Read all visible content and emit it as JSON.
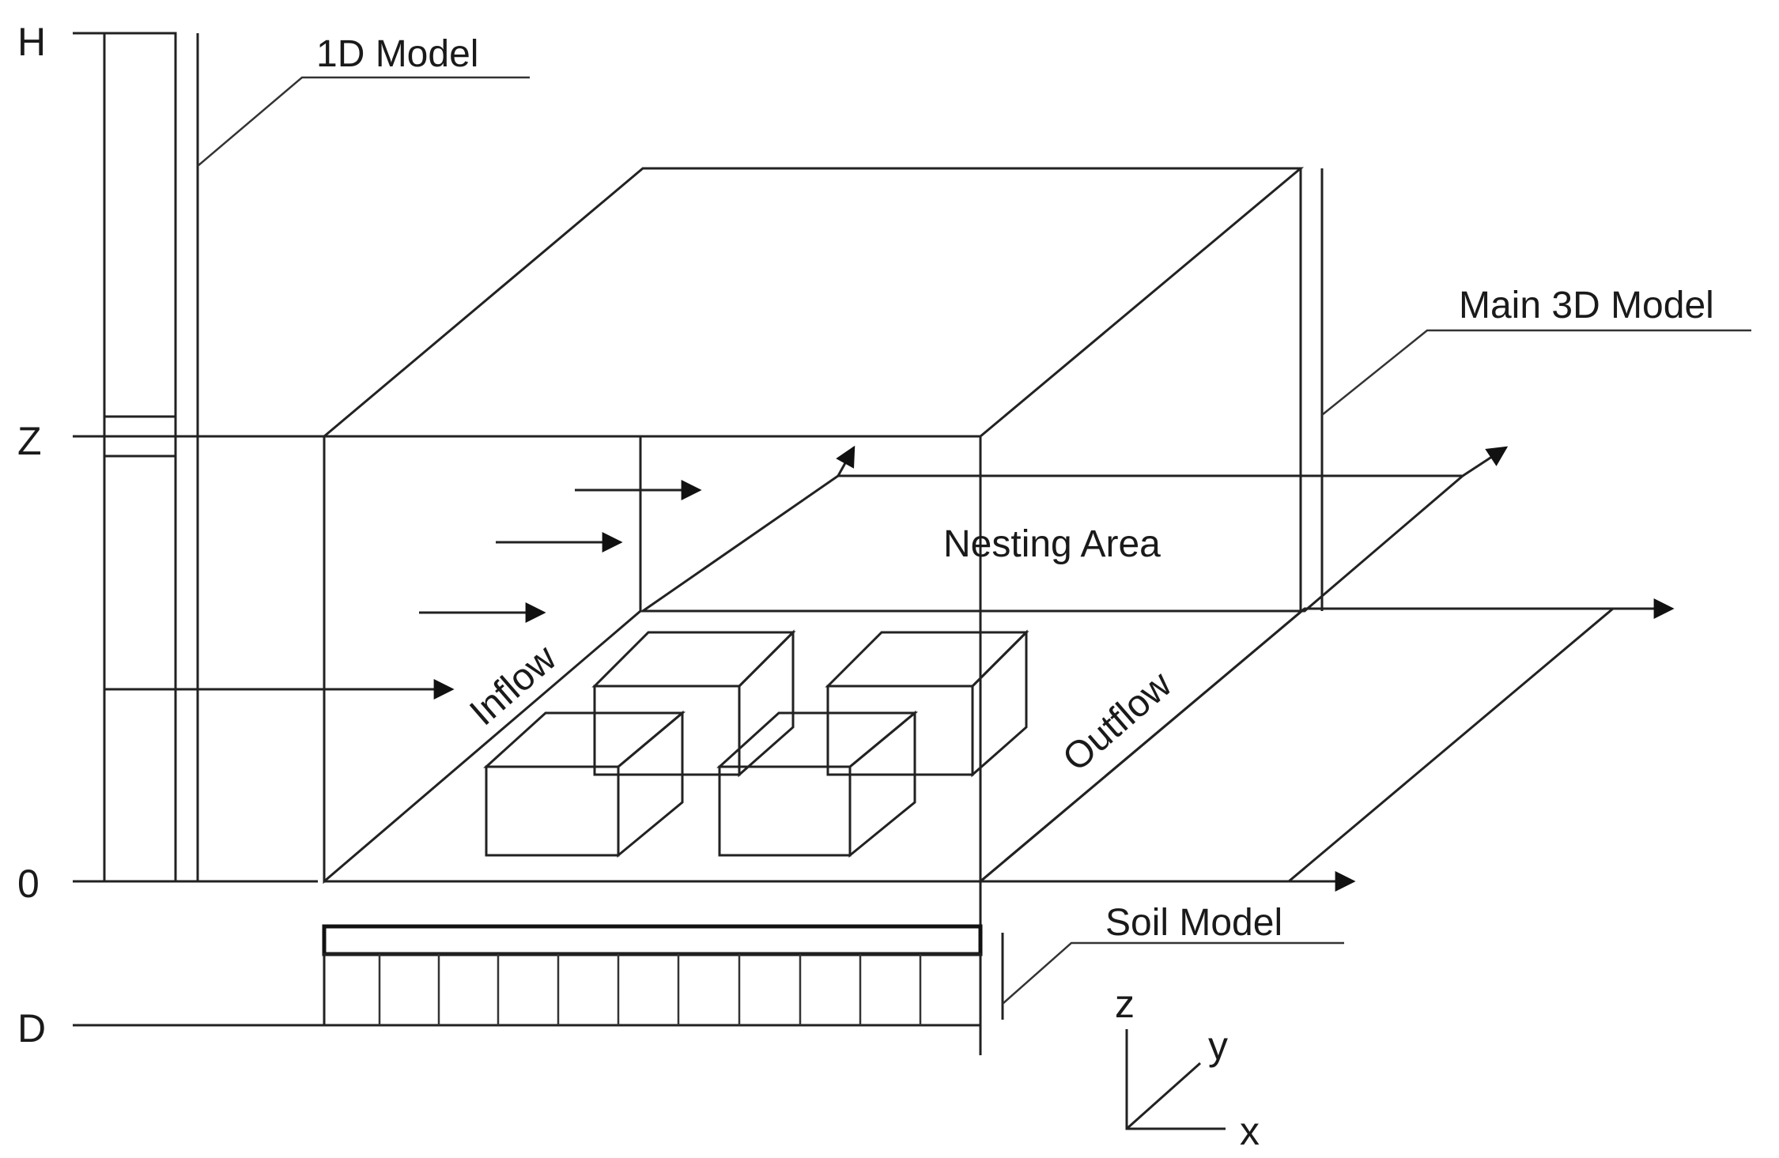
{
  "vertical_axis": {
    "top": "H",
    "mid": "Z",
    "ground": "0",
    "bottom": "D"
  },
  "callouts": {
    "model_1d": "1D Model",
    "main_3d": "Main 3D Model",
    "soil": "Soil Model"
  },
  "regions": {
    "nesting": "Nesting Area",
    "inflow": "Inflow",
    "outflow": "Outflow"
  },
  "coordinate_axes": {
    "z": "z",
    "y": "y",
    "x": "x"
  },
  "colors": {
    "roof": "#9d9d9d",
    "plane": "#c9c9c9",
    "inflow_wall": "#cfcfcf",
    "column": "#c8c8c8",
    "column_band": "#a8a8a8",
    "box_top": "#5c5c5c",
    "box_front": "#a9a9a9",
    "box_side": "#bdbdbd",
    "line": "#222222"
  }
}
